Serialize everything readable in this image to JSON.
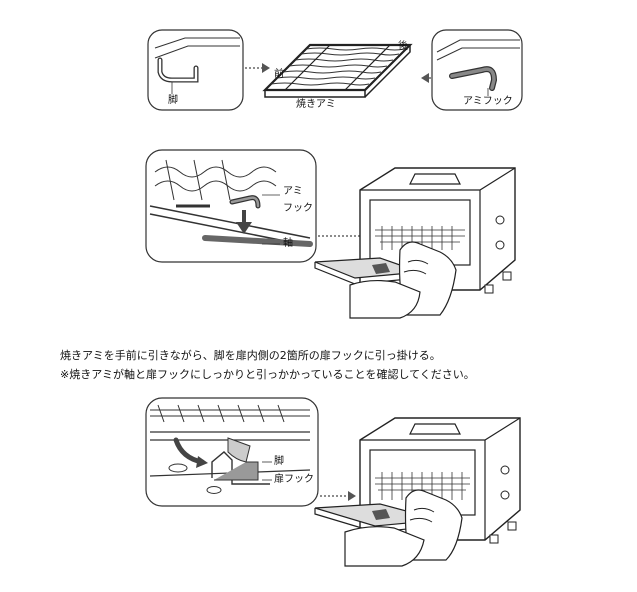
{
  "labels": {
    "leg": "脚",
    "front": "前",
    "back": "後",
    "grill_rack": "焼きアミ",
    "rack_hook": "アミフック",
    "rack_hook_line1": "アミ",
    "rack_hook_line2": "フック",
    "shaft": "軸",
    "leg2": "脚",
    "door_hook": "扉フック"
  },
  "instructions": {
    "line1": "焼きアミを手前に引きながら、脚を扉内側の2箇所の扉フックに引っ掛ける。",
    "line2": "※焼きアミが軸と扉フックにしっかりと引っかかっていることを確認してください。"
  }
}
